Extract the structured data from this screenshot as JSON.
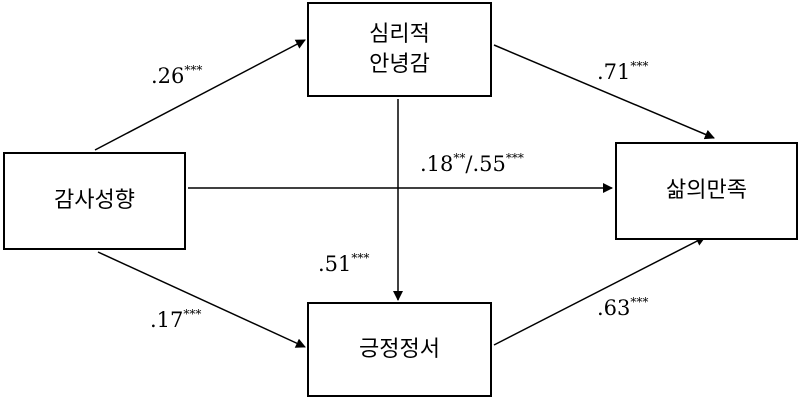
{
  "nodes": {
    "gratitude": "감사성향",
    "wellbeing_line1": "심리적",
    "wellbeing_line2": "안녕감",
    "emotion": "긍정정서",
    "satisfaction": "삶의만족"
  },
  "paths": {
    "gratitude_to_wellbeing": {
      "value": ".26",
      "sig": "***"
    },
    "wellbeing_to_satisfaction": {
      "value": ".71",
      "sig": "***"
    },
    "gratitude_to_satisfaction": {
      "value1": ".18",
      "sig1": "**",
      "sep": "/",
      "value2": ".55",
      "sig2": "***"
    },
    "wellbeing_to_emotion": {
      "value": ".51",
      "sig": "***"
    },
    "gratitude_to_emotion": {
      "value": ".17",
      "sig": "***"
    },
    "emotion_to_satisfaction": {
      "value": ".63",
      "sig": "***"
    }
  },
  "colors": {
    "line": "#000000",
    "background": "#ffffff"
  }
}
